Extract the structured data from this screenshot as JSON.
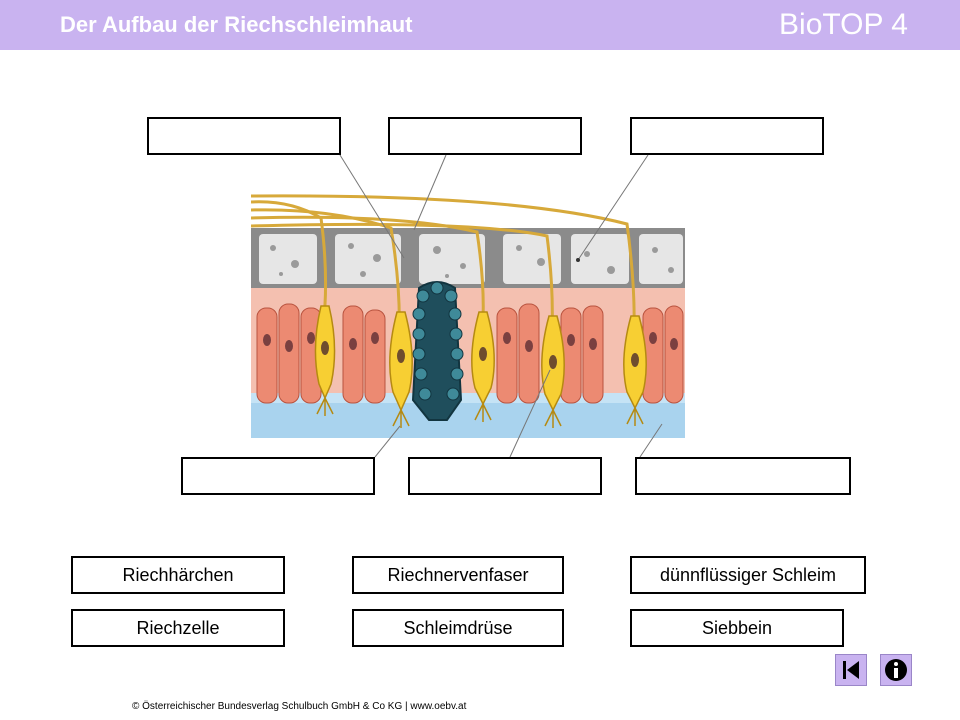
{
  "header": {
    "title": "Der Aufbau der Riechschleimhaut",
    "brand": "BioTOP 4"
  },
  "terms": [
    "Riechhärchen",
    "Riechnervenfaser",
    "dünnflüssiger Schleim",
    "Riechzelle",
    "Schleimdrüse",
    "Siebbein"
  ],
  "footer": {
    "copyright": "© Österreichischer Bundesverlag Schulbuch GmbH & Co KG | www.oebv.at"
  },
  "nav": {
    "back_icon": "skip-back-icon",
    "info_icon": "info-icon"
  },
  "colors": {
    "header": "#c9b3f0",
    "receptor_cell": "#f7cf33",
    "support_cell": "#ec8a72",
    "gland": "#2e6a78",
    "mucus": "#a9d3ee",
    "bone": "#d8d8d8"
  }
}
